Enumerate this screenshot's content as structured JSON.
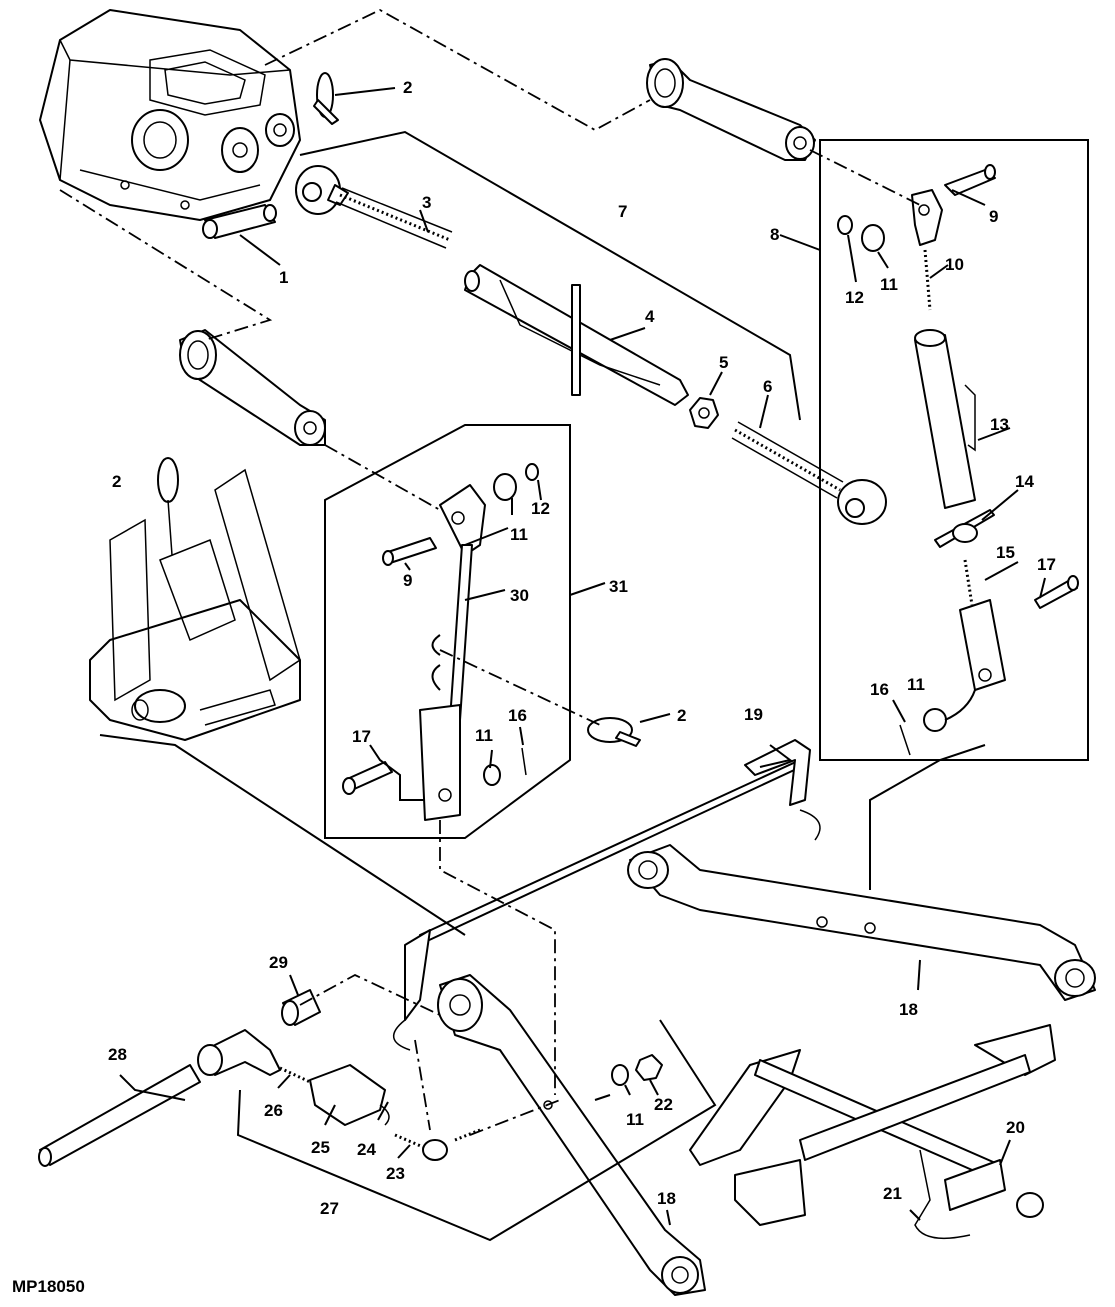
{
  "figure_id": "MP18050",
  "callouts": [
    {
      "id": "c-2a",
      "label": "2"
    },
    {
      "id": "c-1",
      "label": "1"
    },
    {
      "id": "c-3",
      "label": "3"
    },
    {
      "id": "c-7",
      "label": "7"
    },
    {
      "id": "c-4",
      "label": "4"
    },
    {
      "id": "c-5",
      "label": "5"
    },
    {
      "id": "c-6",
      "label": "6"
    },
    {
      "id": "c-8",
      "label": "8"
    },
    {
      "id": "c-9a",
      "label": "9"
    },
    {
      "id": "c-10",
      "label": "10"
    },
    {
      "id": "c-11a",
      "label": "11"
    },
    {
      "id": "c-12a",
      "label": "12"
    },
    {
      "id": "c-13",
      "label": "13"
    },
    {
      "id": "c-14",
      "label": "14"
    },
    {
      "id": "c-15",
      "label": "15"
    },
    {
      "id": "c-17a",
      "label": "17"
    },
    {
      "id": "c-16a",
      "label": "16"
    },
    {
      "id": "c-11b",
      "label": "11"
    },
    {
      "id": "c-2b",
      "label": "2"
    },
    {
      "id": "c-11c",
      "label": "11"
    },
    {
      "id": "c-12b",
      "label": "12"
    },
    {
      "id": "c-9b",
      "label": "9"
    },
    {
      "id": "c-30",
      "label": "30"
    },
    {
      "id": "c-31",
      "label": "31"
    },
    {
      "id": "c-2c",
      "label": "2"
    },
    {
      "id": "c-17b",
      "label": "17"
    },
    {
      "id": "c-11d",
      "label": "11"
    },
    {
      "id": "c-16b",
      "label": "16"
    },
    {
      "id": "c-19",
      "label": "19"
    },
    {
      "id": "c-18a",
      "label": "18"
    },
    {
      "id": "c-29",
      "label": "29"
    },
    {
      "id": "c-28",
      "label": "28"
    },
    {
      "id": "c-26",
      "label": "26"
    },
    {
      "id": "c-25",
      "label": "25"
    },
    {
      "id": "c-24",
      "label": "24"
    },
    {
      "id": "c-23",
      "label": "23"
    },
    {
      "id": "c-27",
      "label": "27"
    },
    {
      "id": "c-11e",
      "label": "11"
    },
    {
      "id": "c-22",
      "label": "22"
    },
    {
      "id": "c-18b",
      "label": "18"
    },
    {
      "id": "c-20",
      "label": "20"
    },
    {
      "id": "c-21",
      "label": "21"
    }
  ]
}
